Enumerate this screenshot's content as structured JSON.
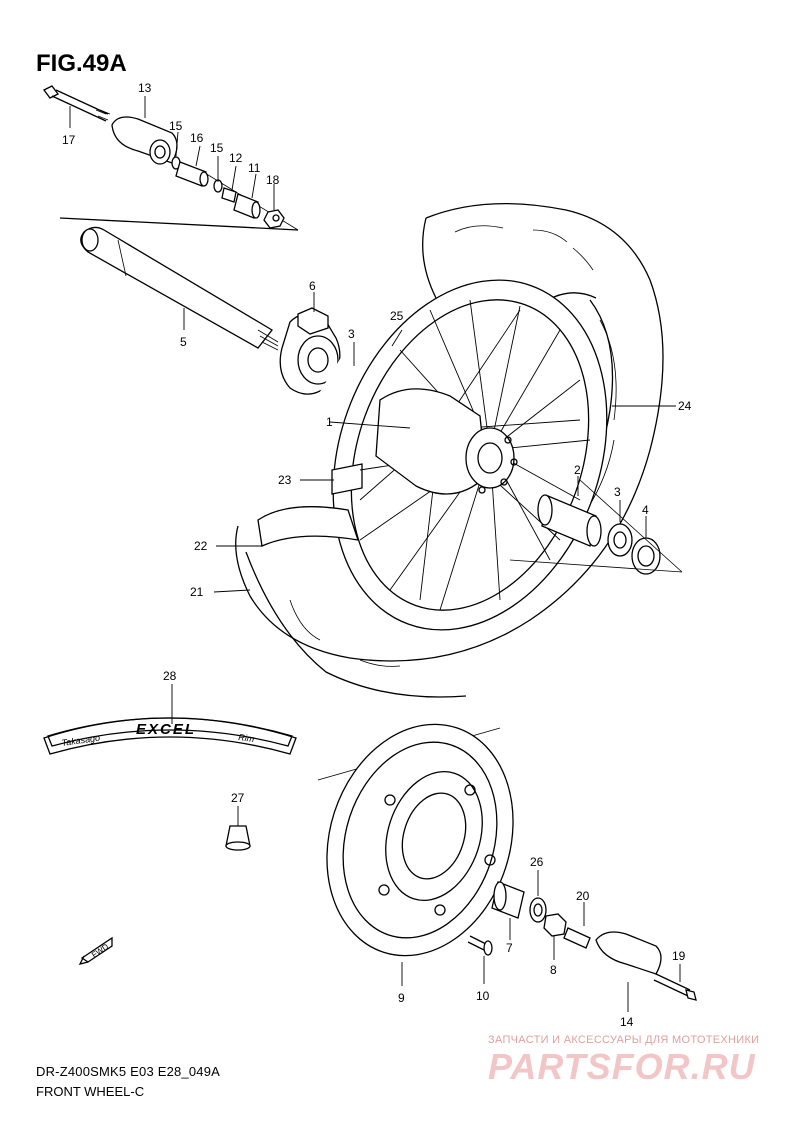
{
  "figure": {
    "title": "FIG.49A"
  },
  "callouts": [
    "1",
    "2",
    "3",
    "3",
    "4",
    "5",
    "6",
    "7",
    "8",
    "9",
    "10",
    "11",
    "12",
    "13",
    "14",
    "15",
    "15",
    "16",
    "17",
    "18",
    "19",
    "20",
    "21",
    "22",
    "23",
    "24",
    "25",
    "26",
    "27",
    "28"
  ],
  "decal": {
    "brand": "Takasago",
    "name": "EXCEL",
    "suffix": "Rim"
  },
  "fwd_label": "FWD",
  "footer": {
    "code": "DR-Z400SMK5 E03 E28_049A",
    "subtitle": "FRONT WHEEL-C"
  },
  "watermark": {
    "tagline": "ЗАПЧАСТИ И АКСЕССУАРЫ ДЛЯ МОТОТЕХНИКИ",
    "brand": "PARTSFOR.RU",
    "color": "#e8a6a6"
  }
}
